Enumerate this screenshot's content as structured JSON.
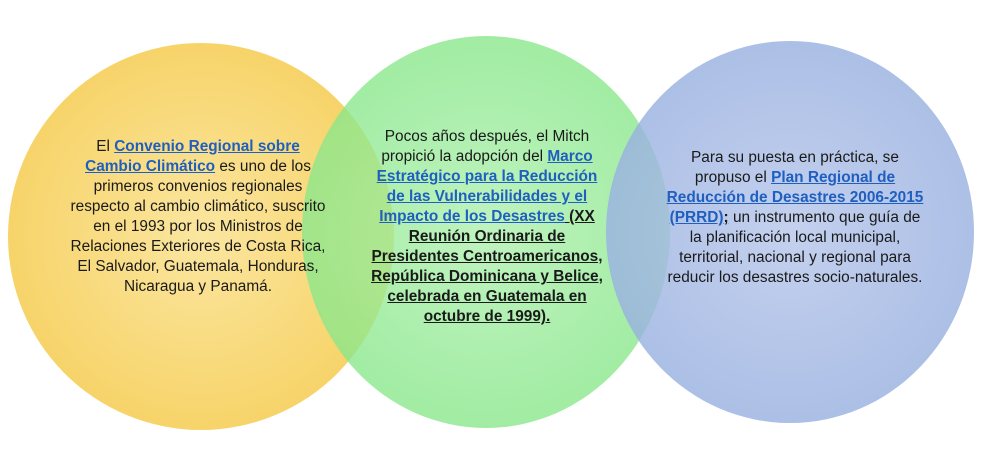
{
  "circles": [
    {
      "color": "#f7d46a",
      "pre": "El ",
      "link": "Convenio Regional sobre Cambio Climático",
      "post": " es uno de los primeros convenios regionales respecto al cambio climático, suscrito en el 1993 por los Ministros de Relaciones Exteriores de Costa Rica, El Salvador, Guatemala, Honduras, Nicaragua y Panamá."
    },
    {
      "color": "#88e78a",
      "pre": "Pocos años después, el Mitch propició la adopción del ",
      "link": "Marco Estratégico para la Reducción de las Vulnerabilidades y el Impacto de los Desastres",
      "post": " (XX Reunión Ordinaria de Presidentes Centroamericanos, República Dominicana y Belice, celebrada en Guatemala en octubre de 1999)."
    },
    {
      "color": "#98b0e0",
      "pre": "Para su puesta en práctica,  se propuso el ",
      "link": "Plan Regional de Reducción de Desastres 2006-2015 (PRRD)",
      "mid": ";",
      "post": " un instrumento que guía de la planificación local municipal, territorial, nacional y regional para reducir los desastres socio-naturales."
    }
  ]
}
